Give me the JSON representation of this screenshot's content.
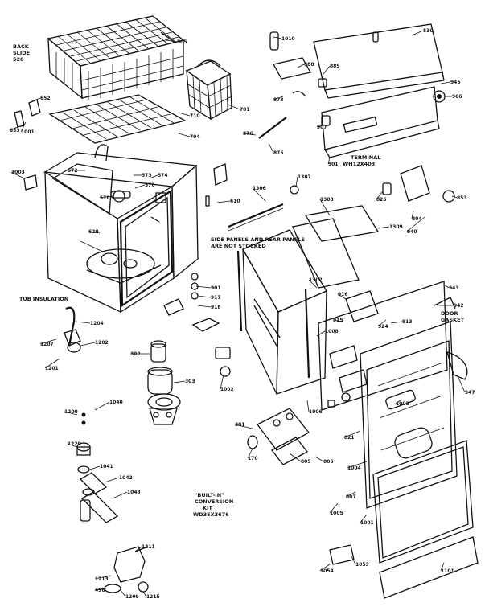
{
  "captions": {
    "back_slide": "BACK",
    "back_slide_2": "SLIDE",
    "back_slide_3": "520",
    "tub_insulation": "TUB INSULATION",
    "terminal": "TERMINAL",
    "terminal_part": "WH12X403",
    "side_panels_1": "SIDE PANELS AND REAR PANELS",
    "side_panels_2": "ARE NOT STOCKED",
    "door_gasket_1": "DOOR",
    "door_gasket_2": "GASKET",
    "builtin_1": "\"BUILT-IN\"",
    "builtin_2": "CONVERSION",
    "builtin_3": "KIT",
    "builtin_4": "WD35X3676"
  },
  "labels": [
    {
      "id": "l505",
      "text": "505"
    },
    {
      "id": "l530",
      "text": "530"
    },
    {
      "id": "l1010",
      "text": "1010"
    },
    {
      "id": "l888",
      "text": "888"
    },
    {
      "id": "l889",
      "text": "889"
    },
    {
      "id": "l945",
      "text": "945"
    },
    {
      "id": "l966",
      "text": "966"
    },
    {
      "id": "l701",
      "text": "701"
    },
    {
      "id": "l710",
      "text": "710"
    },
    {
      "id": "l704",
      "text": "704"
    },
    {
      "id": "l873",
      "text": "873"
    },
    {
      "id": "l875",
      "text": "875"
    },
    {
      "id": "l876",
      "text": "876"
    },
    {
      "id": "l901",
      "text": "901"
    },
    {
      "id": "l907",
      "text": "907"
    },
    {
      "id": "l825",
      "text": "825"
    },
    {
      "id": "l804",
      "text": "804"
    },
    {
      "id": "l940",
      "text": "940"
    },
    {
      "id": "l853",
      "text": "853"
    },
    {
      "id": "l1001",
      "text": "1001"
    },
    {
      "id": "l1003",
      "text": "1003"
    },
    {
      "id": "l572",
      "text": "572"
    },
    {
      "id": "l573",
      "text": "573"
    },
    {
      "id": "l574",
      "text": "574"
    },
    {
      "id": "l576",
      "text": "576"
    },
    {
      "id": "l578",
      "text": "578"
    },
    {
      "id": "l610",
      "text": "610"
    },
    {
      "id": "l1307",
      "text": "1307"
    },
    {
      "id": "l1306",
      "text": "1306"
    },
    {
      "id": "l1308",
      "text": "1308"
    },
    {
      "id": "l1309",
      "text": "1309"
    },
    {
      "id": "l1302",
      "text": "1302"
    },
    {
      "id": "l1204",
      "text": "1204"
    },
    {
      "id": "l1202",
      "text": "1202"
    },
    {
      "id": "l1207",
      "text": "1207"
    },
    {
      "id": "l1201",
      "text": "1201"
    },
    {
      "id": "l302",
      "text": "302"
    },
    {
      "id": "l303",
      "text": "303"
    },
    {
      "id": "l901b",
      "text": "901"
    },
    {
      "id": "l917",
      "text": "917"
    },
    {
      "id": "l918",
      "text": "918"
    },
    {
      "id": "l1200",
      "text": "1200"
    },
    {
      "id": "l1040",
      "text": "1040"
    },
    {
      "id": "l1220",
      "text": "1220"
    },
    {
      "id": "l1041",
      "text": "1041"
    },
    {
      "id": "l1042",
      "text": "1042"
    },
    {
      "id": "l1043",
      "text": "1043"
    },
    {
      "id": "l1211",
      "text": "1211"
    },
    {
      "id": "l1213",
      "text": "1213"
    },
    {
      "id": "l1215",
      "text": "1215"
    },
    {
      "id": "l1209",
      "text": "1209"
    },
    {
      "id": "l496",
      "text": "496"
    },
    {
      "id": "l170",
      "text": "170"
    },
    {
      "id": "l301",
      "text": "301"
    },
    {
      "id": "l805",
      "text": "805"
    },
    {
      "id": "l806",
      "text": "806"
    },
    {
      "id": "l807",
      "text": "807"
    },
    {
      "id": "l821",
      "text": "821"
    },
    {
      "id": "l1004",
      "text": "1004"
    },
    {
      "id": "l1005",
      "text": "1005"
    },
    {
      "id": "l1053",
      "text": "1053"
    },
    {
      "id": "l1054",
      "text": "1054"
    },
    {
      "id": "l1101",
      "text": "1101"
    },
    {
      "id": "l943",
      "text": "943"
    },
    {
      "id": "l947",
      "text": "947"
    },
    {
      "id": "l942",
      "text": "942"
    },
    {
      "id": "l916",
      "text": "916"
    },
    {
      "id": "l915",
      "text": "915"
    },
    {
      "id": "l913",
      "text": "913"
    },
    {
      "id": "l924",
      "text": "924"
    },
    {
      "id": "l1002",
      "text": "1002"
    },
    {
      "id": "l1006",
      "text": "1006"
    },
    {
      "id": "l1008",
      "text": "1008"
    },
    {
      "id": "l620",
      "text": "620"
    },
    {
      "id": "l652",
      "text": "652"
    },
    {
      "id": "l653",
      "text": "653"
    },
    {
      "id": "l1001b",
      "text": "1001"
    },
    {
      "id": "l1003b",
      "text": "1003"
    }
  ]
}
